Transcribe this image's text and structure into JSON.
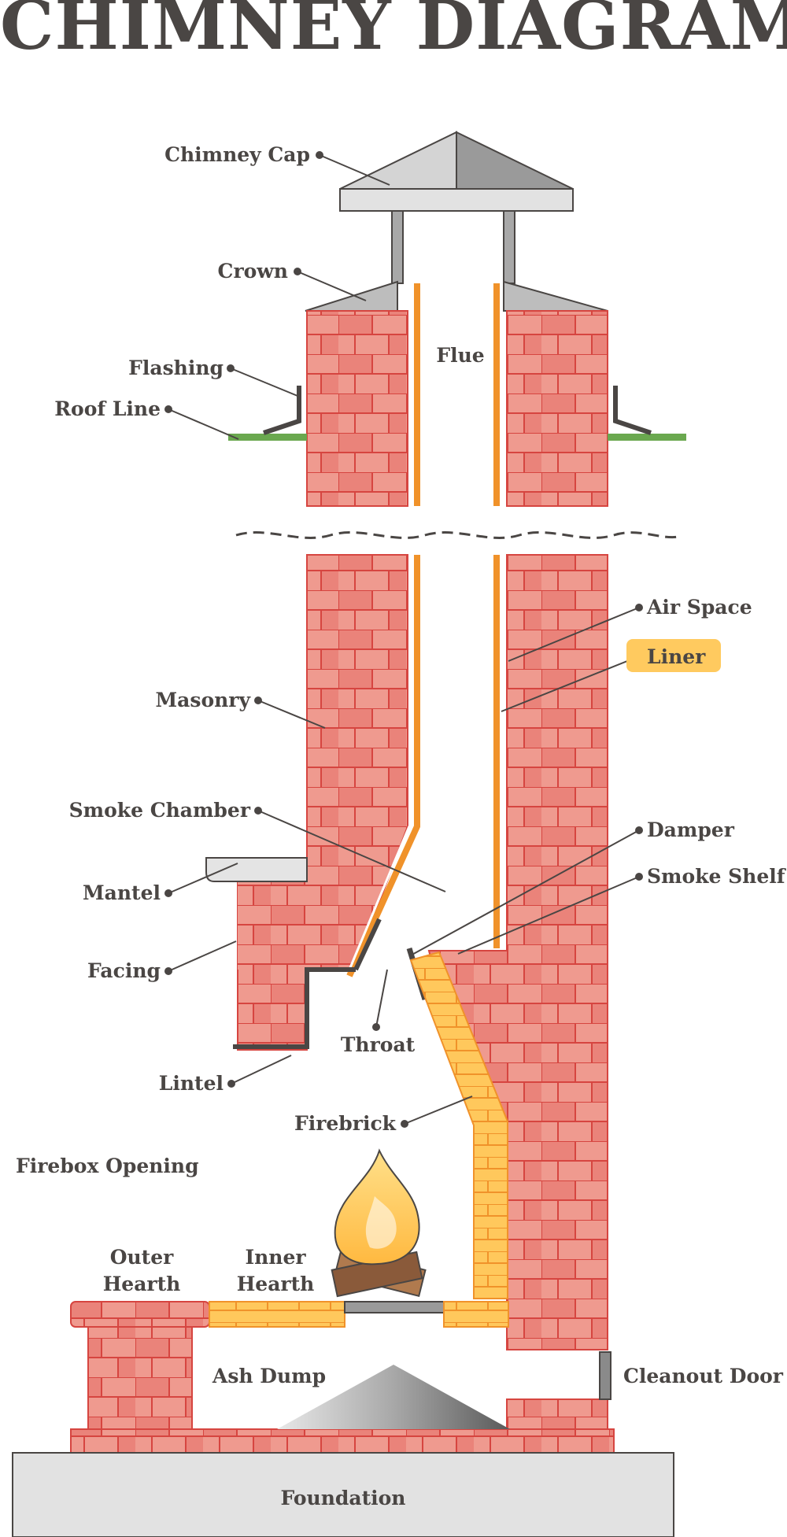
{
  "title": "CHIMNEY DIAGRAM",
  "labels": {
    "chimney_cap": "Chimney Cap",
    "crown": "Crown",
    "flue": "Flue",
    "flashing": "Flashing",
    "roof_line": "Roof Line",
    "air_space": "Air Space",
    "liner": "Liner",
    "masonry": "Masonry",
    "smoke_chamber": "Smoke Chamber",
    "damper": "Damper",
    "smoke_shelf": "Smoke Shelf",
    "mantel": "Mantel",
    "facing": "Facing",
    "throat": "Throat",
    "lintel": "Lintel",
    "firebrick": "Firebrick",
    "firebox_opening": "Firebox Opening",
    "outer_hearth_1": "Outer",
    "outer_hearth_2": "Hearth",
    "inner_hearth_1": "Inner",
    "inner_hearth_2": "Hearth",
    "ash_dump": "Ash Dump",
    "cleanout_door": "Cleanout Door",
    "foundation": "Foundation"
  },
  "colors": {
    "brick_light": "#ef9a8f",
    "brick_dark": "#e5706a",
    "mortar": "#d64540",
    "liner": "#f0922a",
    "firebrick": "#ffc85c",
    "roof": "#6aa84f",
    "metal": "#c9c9c9",
    "text": "#4a4644",
    "highlight": "#ffca5f"
  }
}
